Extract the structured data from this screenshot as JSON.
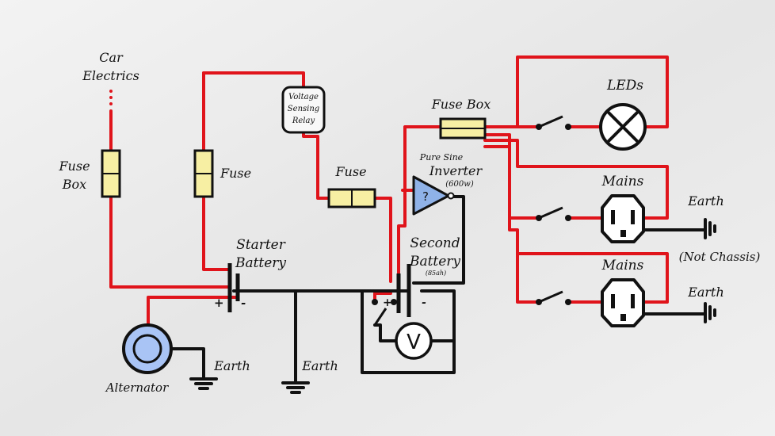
{
  "labels": {
    "car_electrics_1": "Car",
    "car_electrics_2": "Electrics",
    "fuse_box_left_1": "Fuse",
    "fuse_box_left_2": "Box",
    "fuse_mid": "Fuse",
    "relay_1": "Voltage",
    "relay_2": "Sensing",
    "relay_3": "Relay",
    "fuse_right": "Fuse",
    "fuse_box_right": "Fuse Box",
    "inverter_1": "Pure Sine",
    "inverter_2": "Inverter",
    "inverter_3": "(600w)",
    "inverter_symbol": "?",
    "starter_1": "Starter",
    "starter_2": "Battery",
    "second_1": "Second",
    "second_2": "Battery",
    "second_3": "(85ah)",
    "plus": "+",
    "minus": "-",
    "plus2": "+",
    "minus2": "-",
    "voltmeter": "V",
    "alternator": "Alternator",
    "earth_alt": "Earth",
    "earth_mid": "Earth",
    "leds": "LEDs",
    "mains_1": "Mains",
    "mains_2": "Mains",
    "earth_r1": "Earth",
    "earth_r2": "Earth",
    "not_chassis": "(Not Chassis)"
  },
  "colors": {
    "positive_wire": "#e0141b",
    "negative_wire": "#111111",
    "fuse_fill": "#f7efa3",
    "inverter_fill": "#8fb2e8",
    "alternator_fill": "#a9c4f5"
  }
}
